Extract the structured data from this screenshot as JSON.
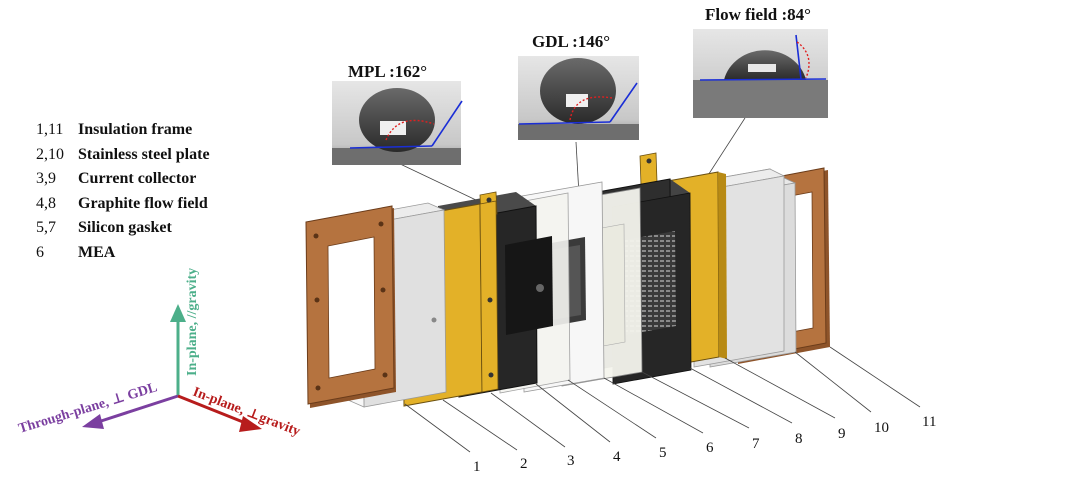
{
  "legend": [
    {
      "num": "1,11",
      "text": "Insulation frame"
    },
    {
      "num": "2,10",
      "text": "Stainless steel plate"
    },
    {
      "num": "3,9",
      "text": "Current collector"
    },
    {
      "num": "4,8",
      "text": "Graphite flow field"
    },
    {
      "num": "5,7",
      "text": "Silicon gasket"
    },
    {
      "num": "6",
      "text": "MEA"
    }
  ],
  "contact_angles": {
    "mpl": "MPL :162°",
    "gdl": "GDL :146°",
    "flow_field": "Flow field :84°"
  },
  "axes": {
    "in_plane_gravity": "In-plane, //gravity",
    "through_plane": "Through-plane, ⊥ GDL",
    "in_plane_perp": "In-plane, ⊥gravity"
  },
  "part_numbers": [
    "1",
    "2",
    "3",
    "4",
    "5",
    "6",
    "7",
    "8",
    "9",
    "10",
    "11"
  ],
  "colors": {
    "copper": "#b5733f",
    "steel": "#f4f4f4",
    "gold": "#e3b128",
    "graphite": "#2c2c2c",
    "gasket": "#f5f5ee",
    "axis_green": "#4caf8a",
    "axis_purple": "#7b3fa0",
    "axis_red": "#b71c1c",
    "baseline_blue": "#1a2ed6",
    "angle_red": "#e02020"
  }
}
